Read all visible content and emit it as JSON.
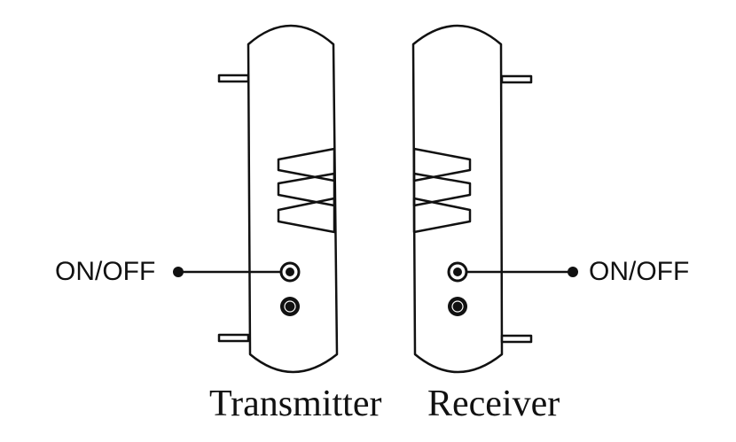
{
  "colors": {
    "stroke": "#111111",
    "background": "#ffffff"
  },
  "transmitter": {
    "caption": "Transmitter",
    "switch_label": "ON/OFF"
  },
  "receiver": {
    "caption": "Receiver",
    "switch_label": "ON/OFF"
  }
}
